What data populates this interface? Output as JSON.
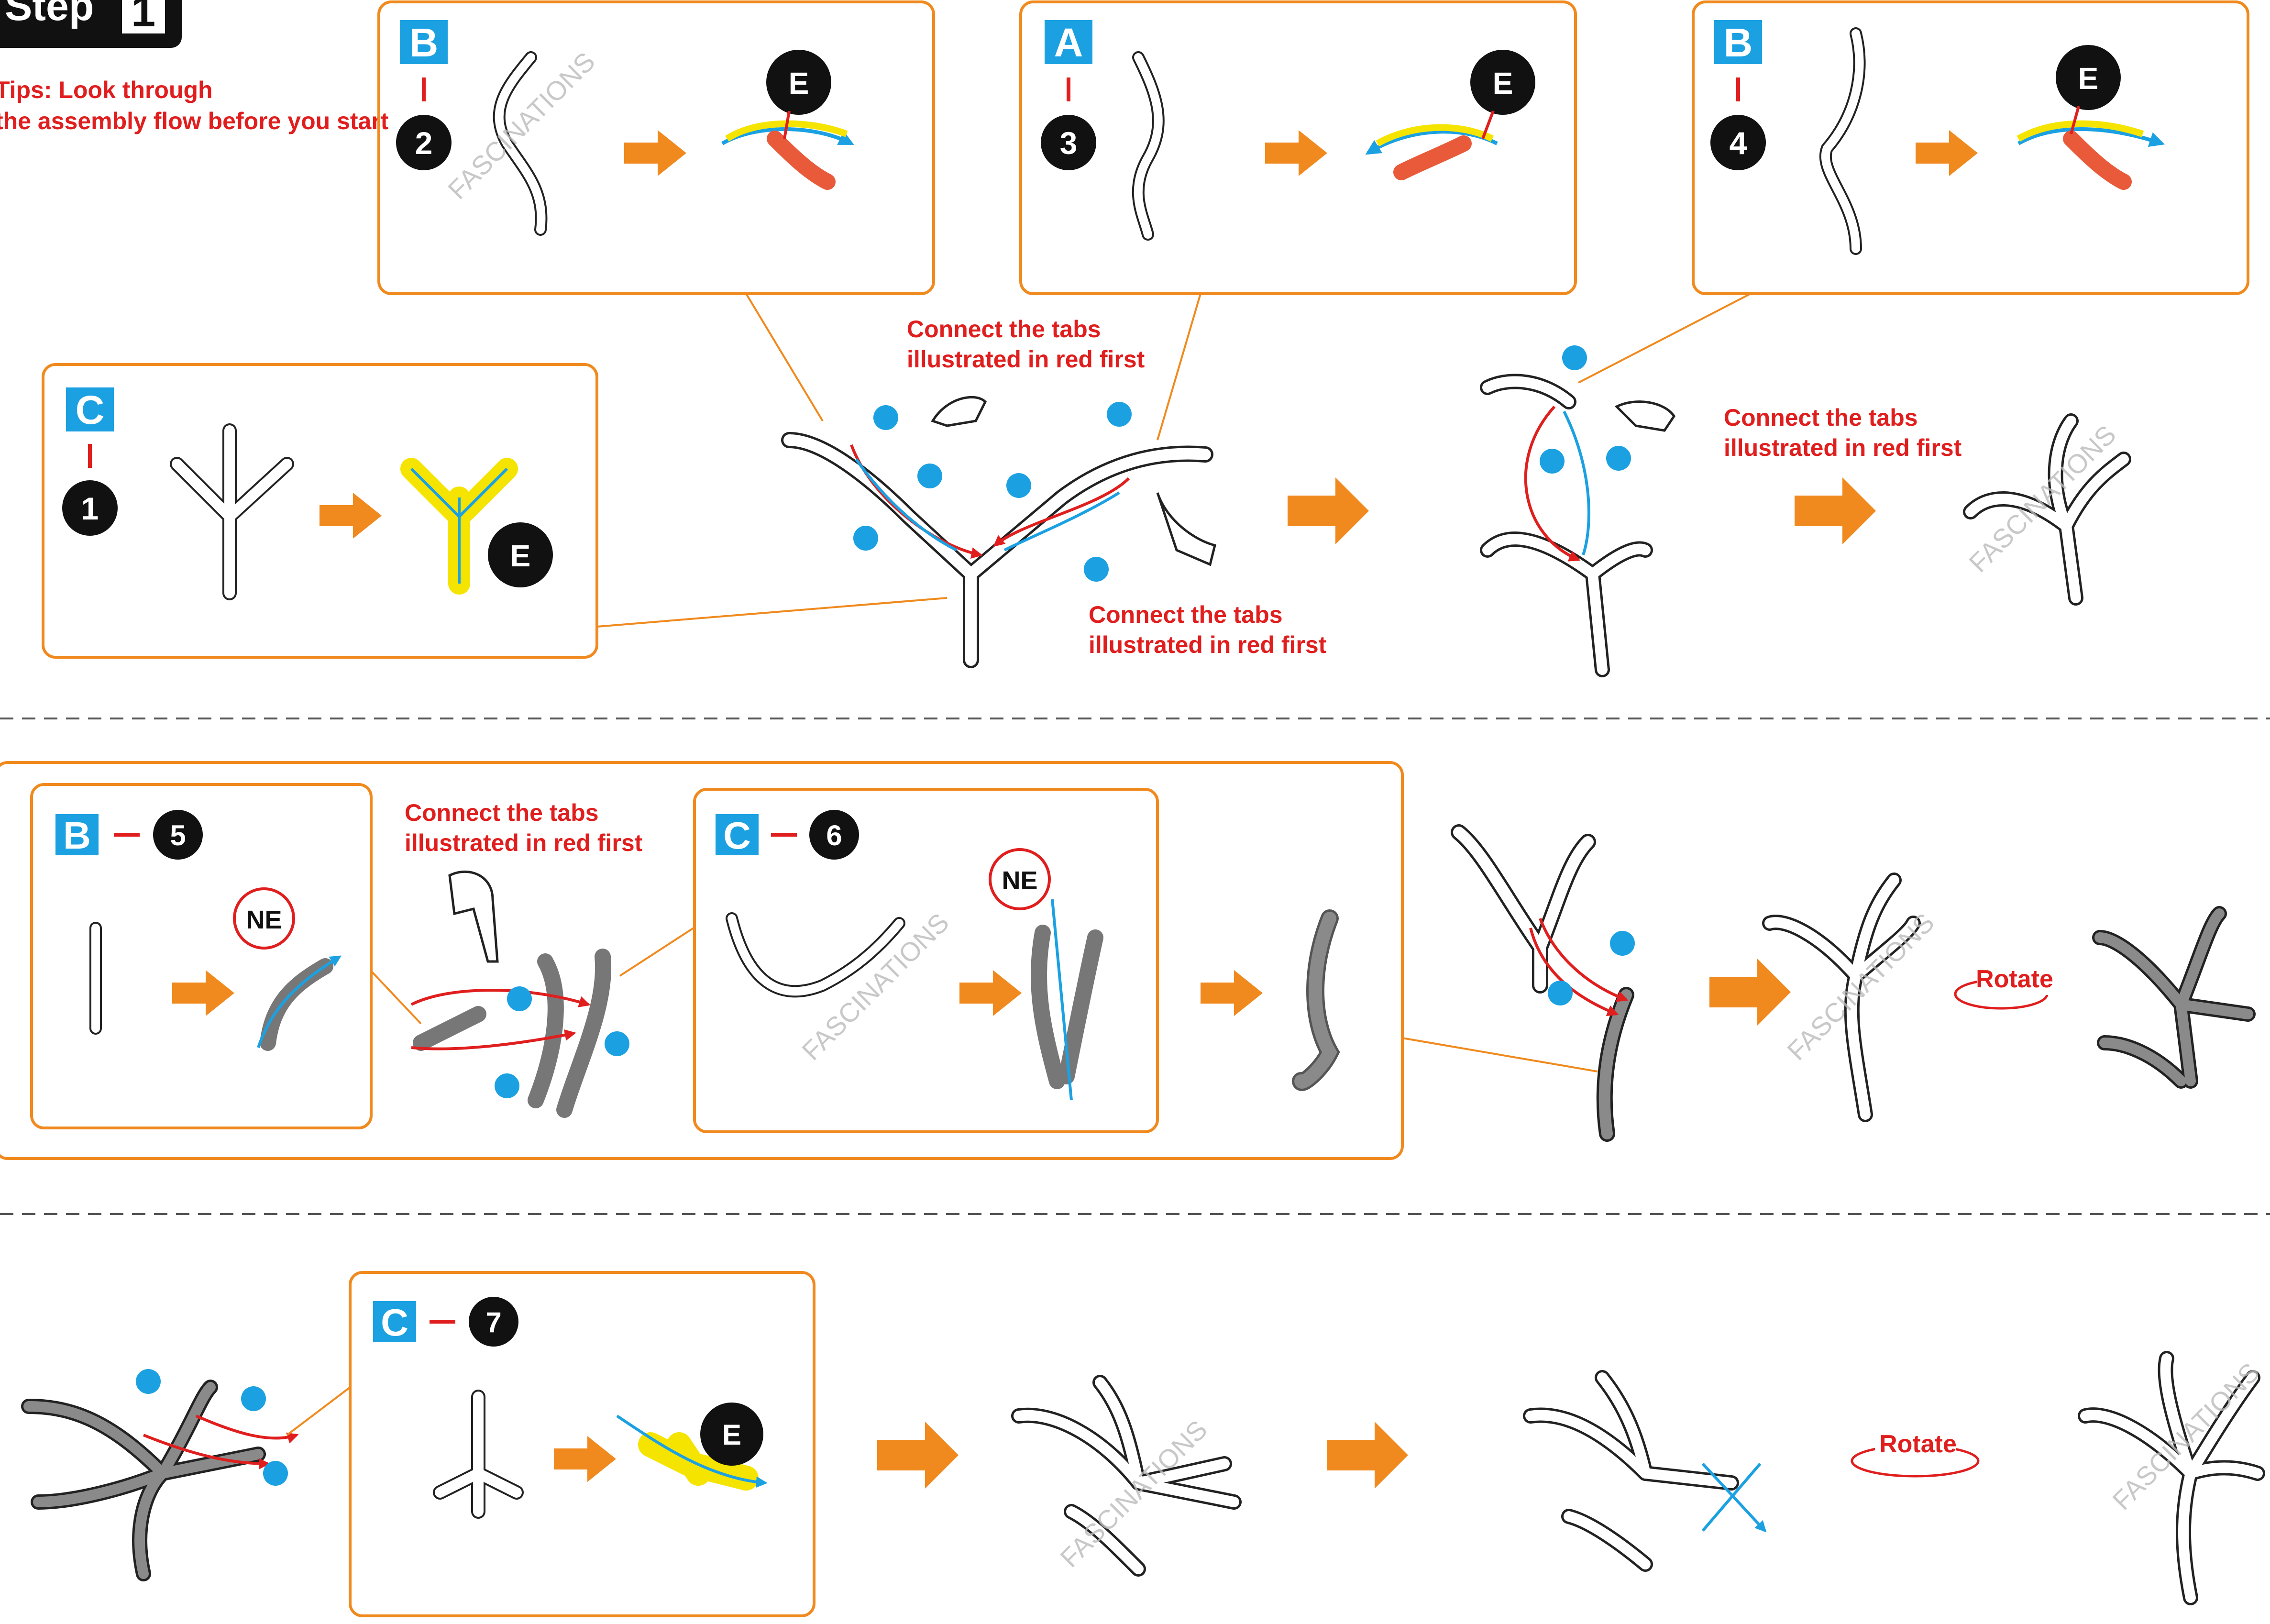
{
  "header": {
    "step_label": "Step",
    "step_number": "1"
  },
  "tips": {
    "line1": "Tips: Look through",
    "line2": "the assembly flow before you start"
  },
  "instructions": {
    "connect_line1": "Connect the tabs",
    "connect_line2": "illustrated in red first",
    "rotate": "Rotate"
  },
  "watermark": "FASCINATIONS",
  "badges": {
    "hinge_open": "E",
    "hinge_fixed": "NE"
  },
  "panels": [
    {
      "letter": "B",
      "number": "2"
    },
    {
      "letter": "A",
      "number": "3"
    },
    {
      "letter": "B",
      "number": "4"
    },
    {
      "letter": "C",
      "number": "1"
    },
    {
      "letter": "B",
      "number": "5"
    },
    {
      "letter": "C",
      "number": "6"
    },
    {
      "letter": "C",
      "number": "7"
    }
  ],
  "colors": {
    "accent_orange": "#f08a1e",
    "letter_blue": "#1ba1e2",
    "text_red": "#e01e1e",
    "dot_blue": "#1ba1e2",
    "part_gray": "#8a8a8a",
    "part_yellow": "#f5e400"
  }
}
